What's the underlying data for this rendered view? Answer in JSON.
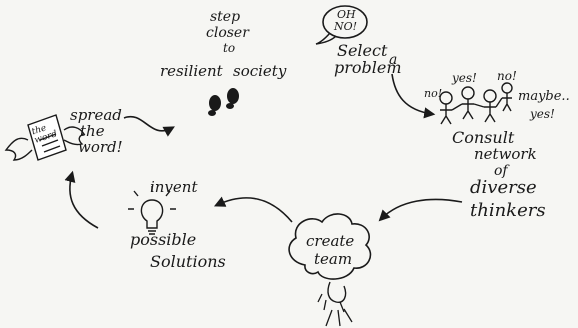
{
  "steps": {
    "select_problem": {
      "line1": "Select",
      "line2": "a",
      "line3": "problem"
    },
    "oh_no": {
      "line1": "OH",
      "line2": "NO!"
    },
    "consult": {
      "line1": "Consult",
      "line2": "network",
      "line3": "of",
      "line4": "diverse",
      "line5": "thinkers",
      "speech": [
        "no!",
        "yes!",
        "no!",
        "maybe..",
        "yes!"
      ]
    },
    "create_team": {
      "line1": "create",
      "line2": "team"
    },
    "invent": {
      "line1": "invent",
      "line2": "possible",
      "line3": "Solutions"
    },
    "spread": {
      "line1": "spread",
      "line2": "the",
      "line3": "word!",
      "book": "the word"
    },
    "step_closer": {
      "line1": "step",
      "line2": "closer",
      "line3": "to",
      "line4": "resilient",
      "line5": "society"
    }
  },
  "colors": {
    "ink": "#1a1a1a",
    "paper": "#f6f6f3"
  }
}
